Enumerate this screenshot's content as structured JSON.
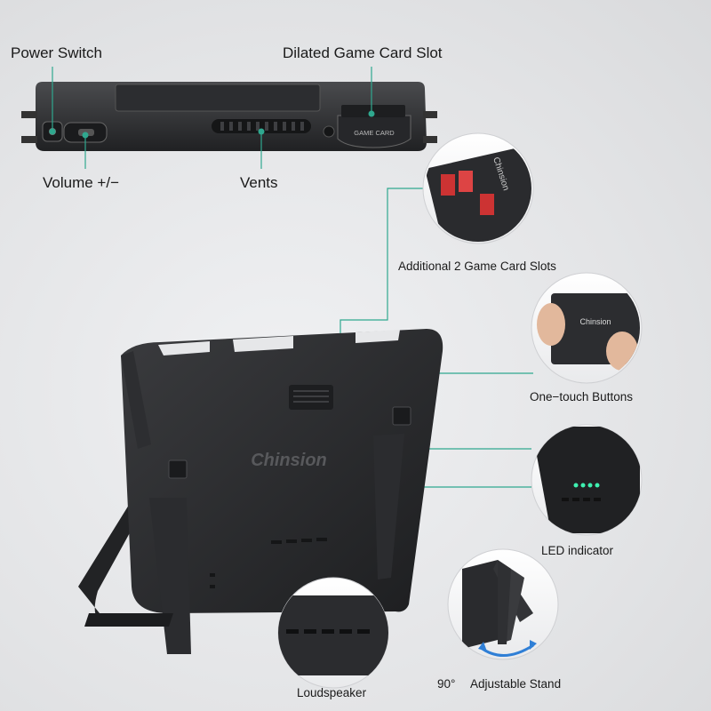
{
  "labels": {
    "power_switch": "Power Switch",
    "dilated_slot": "Dilated Game Card Slot",
    "volume": "Volume +/−",
    "vents": "Vents",
    "additional_slots": "Additional 2 Game Card Slots",
    "one_touch": "One−touch Buttons",
    "led": "LED indicator",
    "loudspeaker": "Loudspeaker",
    "angle": "90°",
    "stand": "Adjustable Stand"
  },
  "product_text": {
    "brand": "Chinsion",
    "game_card": "GAME CARD"
  },
  "colors": {
    "callout_line": "#2fa88f",
    "led_green": "#3ef0b0",
    "arrow_blue": "#2f7fd6",
    "body_dark": "#2a2b2d"
  }
}
